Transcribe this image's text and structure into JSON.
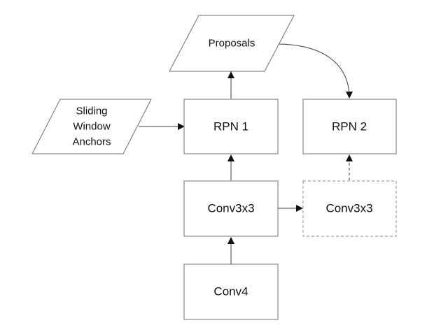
{
  "nodes": {
    "proposals": {
      "label": "Proposals"
    },
    "sliding_window_anchors": {
      "lines": [
        "Sliding",
        "Window",
        "Anchors"
      ]
    },
    "rpn1": {
      "label": "RPN 1"
    },
    "rpn2": {
      "label": "RPN 2"
    },
    "conv3x3_main": {
      "label": "Conv3x3"
    },
    "conv3x3_branch": {
      "label": "Conv3x3"
    },
    "conv4": {
      "label": "Conv4"
    }
  },
  "edges": [
    {
      "from": "conv4",
      "to": "conv3x3_main"
    },
    {
      "from": "conv3x3_main",
      "to": "rpn1"
    },
    {
      "from": "conv3x3_main",
      "to": "conv3x3_branch"
    },
    {
      "from": "conv3x3_branch",
      "to": "rpn2"
    },
    {
      "from": "sliding_window_anchors",
      "to": "rpn1"
    },
    {
      "from": "rpn1",
      "to": "proposals"
    },
    {
      "from": "proposals",
      "to": "rpn2"
    }
  ],
  "colors": {
    "node_border": "#6f6f6f",
    "dashed_node_border": "#8a8a8a",
    "edge": "#3a3a3a",
    "text": "#111111",
    "background": "#ffffff"
  }
}
